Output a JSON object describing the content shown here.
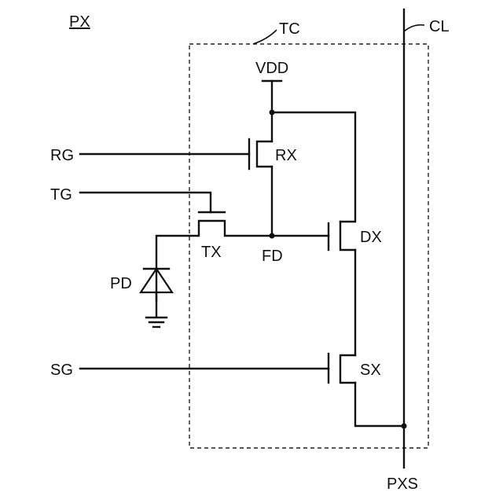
{
  "labels": {
    "pixel": "PX",
    "transistor_circuit": "TC",
    "column_line": "CL",
    "supply": "VDD",
    "reset_gate": "RG",
    "transfer_gate": "TG",
    "select_gate": "SG",
    "reset_transistor": "RX",
    "drive_transistor": "DX",
    "select_transistor": "SX",
    "transfer_transistor": "TX",
    "floating_diffusion": "FD",
    "photodiode": "PD",
    "pixel_signal": "PXS"
  }
}
